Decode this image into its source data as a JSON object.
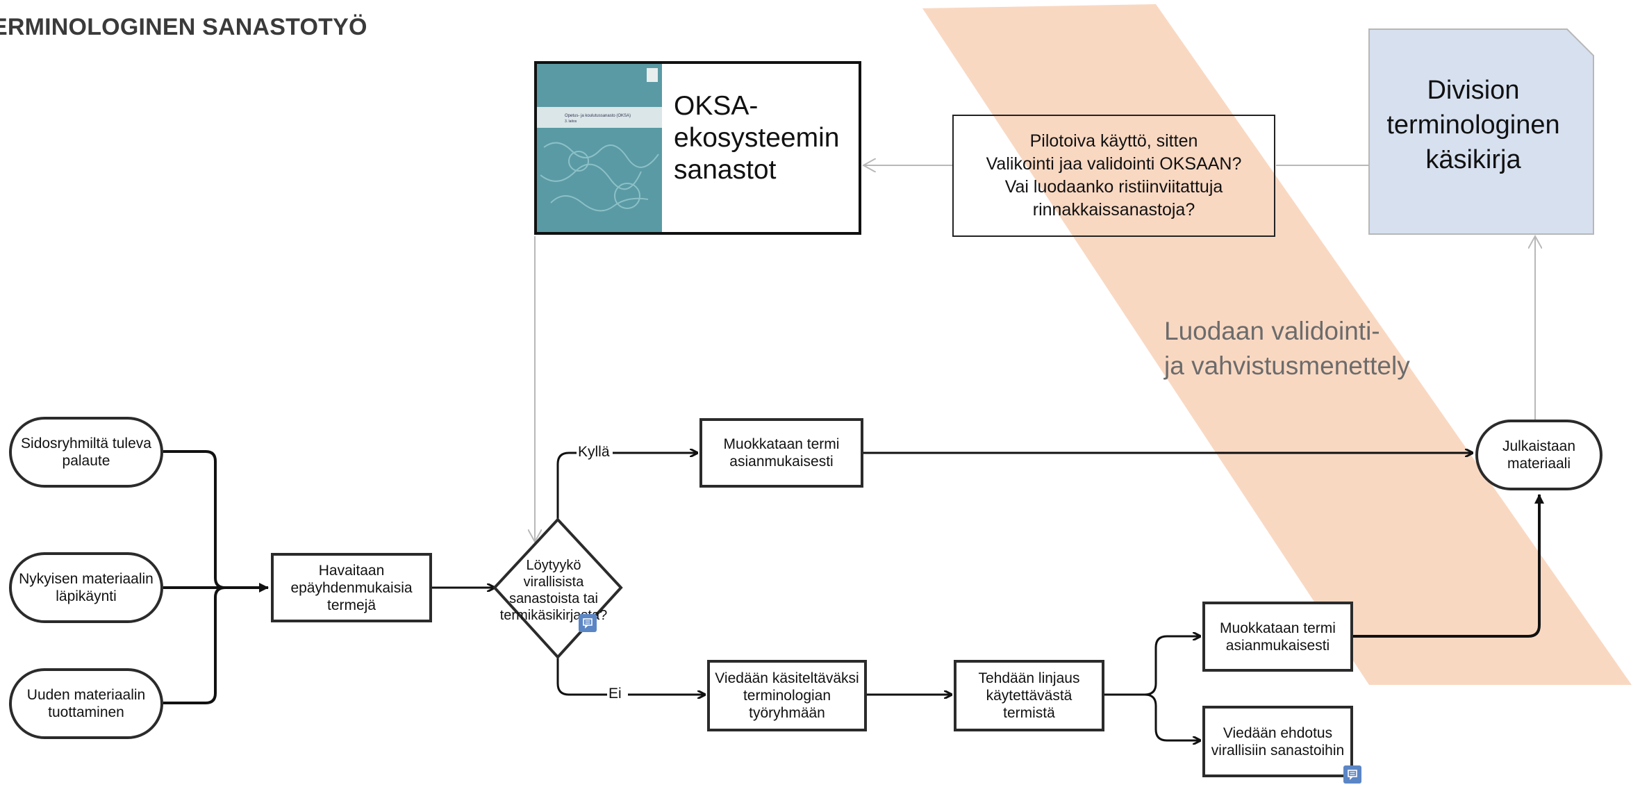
{
  "title": "ERMINOLOGINEN SANASTOTYÖ",
  "colors": {
    "band": "#f6c9ab",
    "doc_fill": "#d7e0ef",
    "doc_stroke": "#b7b7b7",
    "gray_arrow": "#b8b8b8",
    "cover": "#5a9aa4",
    "note_icon": "#5b86c5"
  },
  "oksa": {
    "label": "OKSA-\nekosysteemin\nsanastot",
    "cover_title": "Opetus- ja koulutussanasto (OKSA)",
    "cover_sub": "3. laitos"
  },
  "pilot_box": "Pilotoiva käyttö, sitten\nValikointi jaa validointi OKSAAN?\nVai luodaanko ristiinviitattuja\nrinnakkaissanastoja?",
  "division_doc": "Division\nterminologinen\nkäsikirja",
  "validation_note": "Luodaan validointi-\nja vahvistusmenettely",
  "inputs": [
    "Sidosryhmiltä tuleva\npalaute",
    "Nykyisen materiaalin\nläpikäynti",
    "Uuden materiaalin\ntuottaminen"
  ],
  "detect": "Havaitaan\nepäyhdenmukaisia\ntermejä",
  "decision": "Löytyykö\nvirallisista\nsanastoista tai\ntermikäsikirjasta?",
  "yes_label": "Kyllä",
  "no_label": "Ei",
  "modify_top": "Muokkataan termi\nasianmukaisesti",
  "to_working_group": "Viedään käsiteltäväksi\nterminologian\ntyöryhmään",
  "policy": "Tehdään linjaus\nkäytettävästä\ntermistä",
  "modify_bottom": "Muokkataan termi\nasianmukaisesti",
  "proposal": "Viedään ehdotus\nvirallisiin sanastoihin",
  "publish": "Julkaistaan\nmateriaali"
}
